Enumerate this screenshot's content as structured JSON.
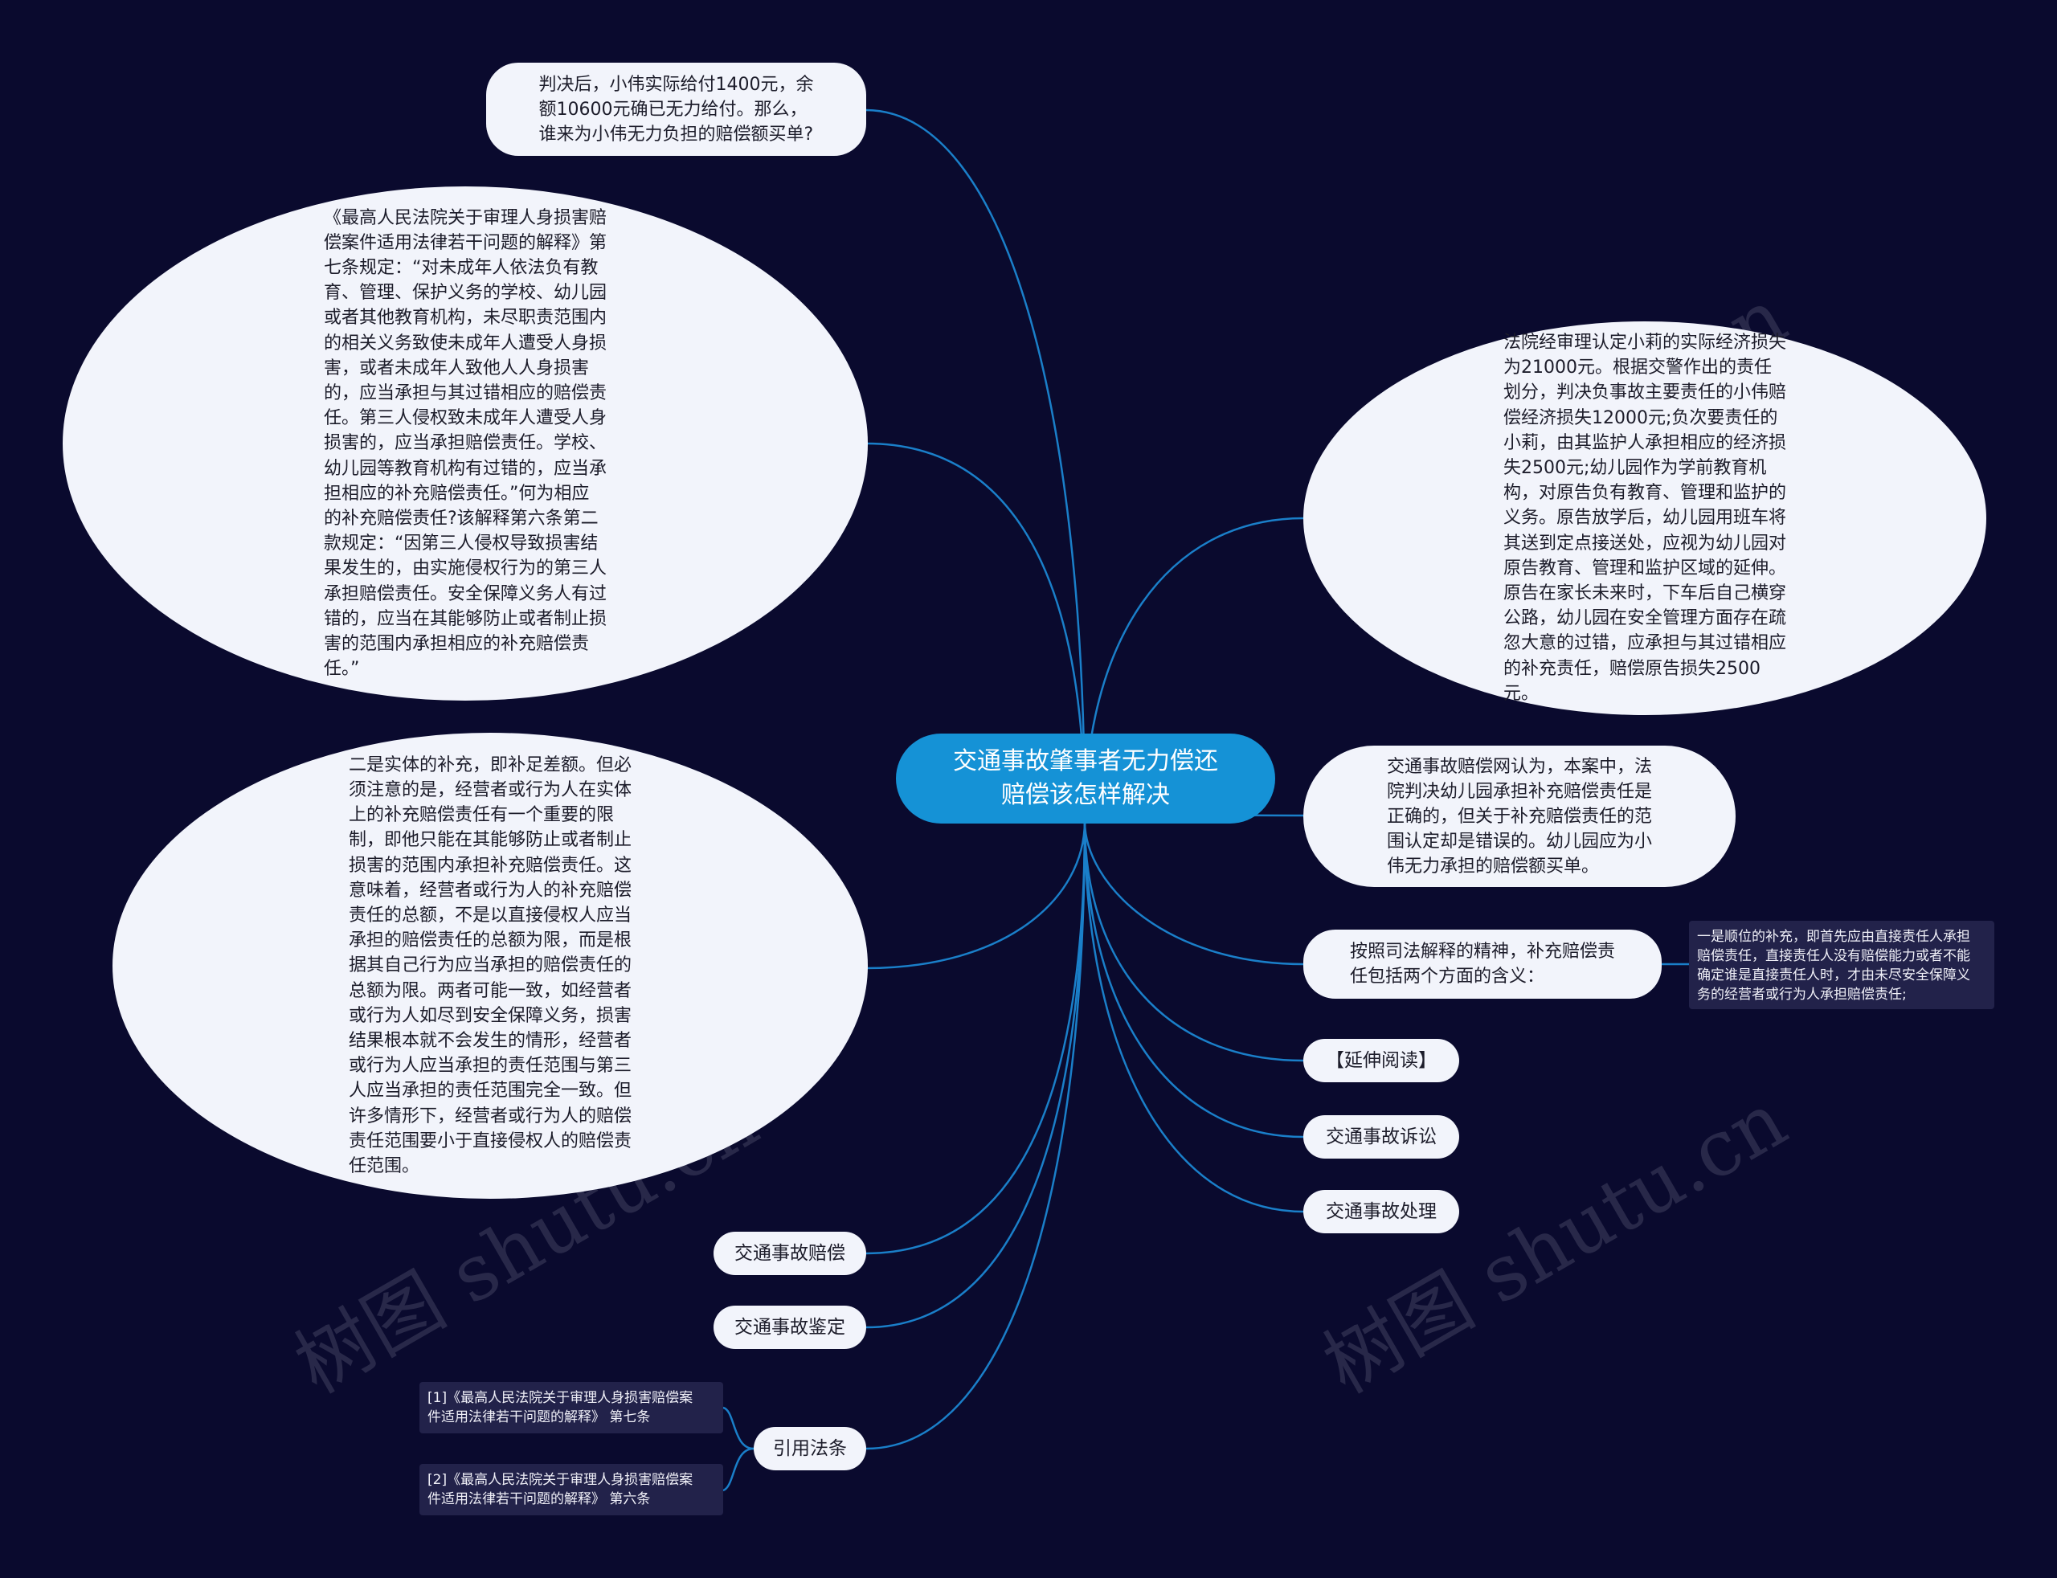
{
  "colors": {
    "background": "#0a0a2e",
    "root": "#1592d6",
    "node": "#f2f4fb",
    "note": "#22224a",
    "edge": "#1a7fc9"
  },
  "watermark": "树图 shutu.cn",
  "root": {
    "label": "交通事故肇事者无力偿还\n赔偿该怎样解决"
  },
  "left": {
    "top_note": "判决后，小伟实际给付1400元，余\n额10600元确已无力给付。那么，\n谁来为小伟无力负担的赔偿额买单?",
    "law_quote": "《最高人民法院关于审理人身损害赔偿案件适用法律若干问题的解释》第七条规定：“对未成年人依法负有教育、管理、保护义务的学校、幼儿园或者其他教育机构，未尽职责范围内的相关义务致使未成年人遭受人身损害，或者未成年人致他人人身损害的，应当承担与其过错相应的赔偿责任。第三人侵权致未成年人遭受人身损害的，应当承担赔偿责任。学校、幼儿园等教育机构有过错的，应当承担相应的补充赔偿责任。”何为相应的补充赔偿责任?该解释第六条第二款规定：“因第三人侵权导致损害结果发生的，由实施侵权行为的第三人承担赔偿责任。安全保障义务人有过错的，应当在其能够防止或者制止损害的范围内承担相应的补充赔偿责任。”",
    "second_meaning": "二是实体的补充，即补足差额。但必须注意的是，经营者或行为人在实体上的补充赔偿责任有一个重要的限制，即他只能在其能够防止或者制止损害的范围内承担补充赔偿责任。这意味着，经营者或行为人的补充赔偿责任的总额，不是以直接侵权人应当承担的赔偿责任的总额为限，而是根据其自己行为应当承担的赔偿责任的总额为限。两者可能一致，如经营者或行为人如尽到安全保障义务，损害结果根本就不会发生的情形，经营者或行为人应当承担的责任范围与第三人应当承担的责任范围完全一致。但许多情形下，经营者或行为人的赔偿责任范围要小于直接侵权人的赔偿责任范围。",
    "tag_compensation": "交通事故赔偿",
    "tag_appraisal": "交通事故鉴定",
    "tag_citation": "引用法条",
    "citation_1": "[1]《最高人民法院关于审理人身损害赔偿案\n件适用法律若干问题的解释》 第七条",
    "citation_2": "[2]《最高人民法院关于审理人身损害赔偿案\n件适用法律若干问题的解释》 第六条"
  },
  "right": {
    "court_finding": "法院经审理认定小莉的实际经济损失为21000元。根据交警作出的责任划分，判决负事故主要责任的小伟赔偿经济损失12000元;负次要责任的小莉，由其监护人承担相应的经济损失2500元;幼儿园作为学前教育机构，对原告负有教育、管理和监护的义务。原告放学后，幼儿园用班车将其送到定点接送处，应视为幼儿园对原告教育、管理和监护区域的延伸。原告在家长未来时，下车后自己横穿公路，幼儿园在安全管理方面存在疏忽大意的过错，应承担与其过错相应的补充责任，赔偿原告损失2500元。",
    "network_opinion": "交通事故赔偿网认为，本案中，法\n院判决幼儿园承担补充赔偿责任是\n正确的，但关于补充赔偿责任的范\n围认定却是错误的。幼儿园应为小\n伟无力承担的赔偿额买单。",
    "two_meanings": "按照司法解释的精神，补充赔偿责\n任包括两个方面的含义：",
    "first_meaning": "一是顺位的补充，即首先应由直接责任人承担\n赔偿责任，直接责任人没有赔偿能力或者不能\n确定谁是直接责任人时，才由未尽安全保障义\n务的经营者或行为人承担赔偿责任;",
    "tag_reading": "【延伸阅读】",
    "tag_litigation": "交通事故诉讼",
    "tag_handling": "交通事故处理"
  }
}
